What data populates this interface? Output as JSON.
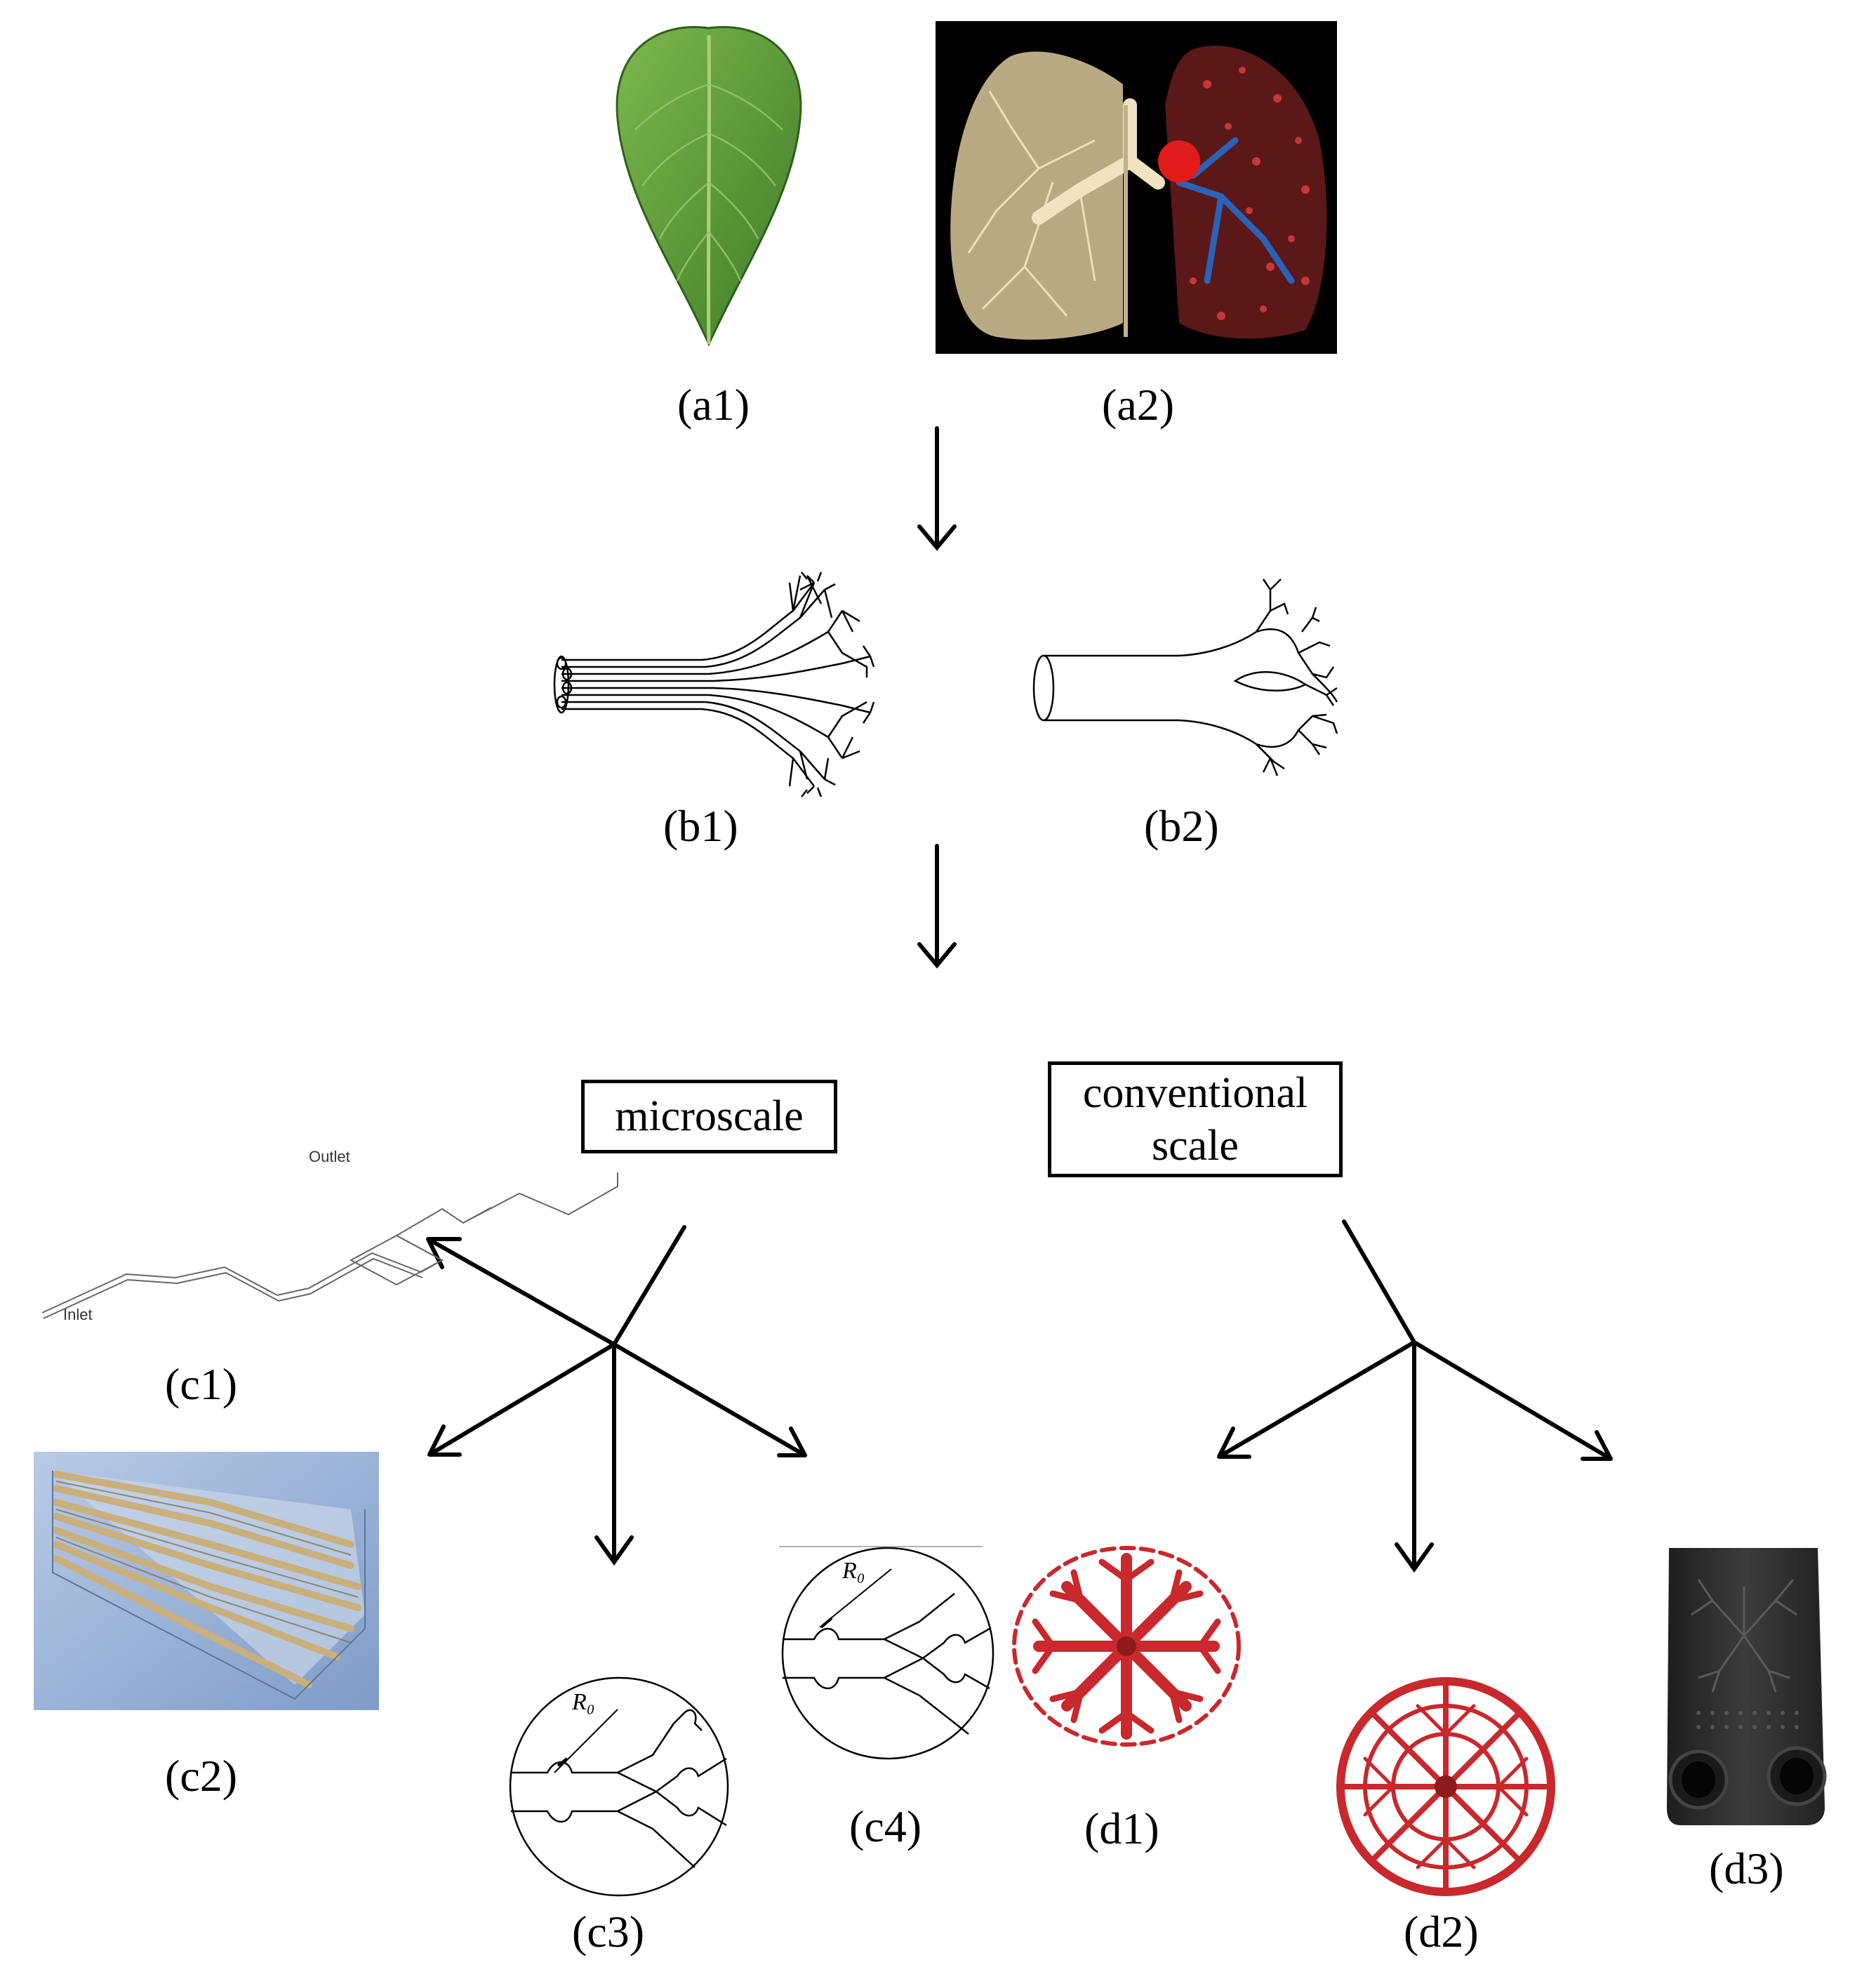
{
  "labels": {
    "a1": "(a1)",
    "a2": "(a2)",
    "b1": "(b1)",
    "b2": "(b2)",
    "c1": "(c1)",
    "c2": "(c2)",
    "c3": "(c3)",
    "c4": "(c4)",
    "d1": "(d1)",
    "d2": "(d2)",
    "d3": "(d3)"
  },
  "boxes": {
    "microscale": "microscale",
    "conventional_line1": "conventional",
    "conventional_line2": "scale"
  },
  "c1_annotations": {
    "outlet": "Outlet",
    "inlet": "Inlet"
  },
  "radius_symbol": "R₀",
  "colors": {
    "leaf": "#5e9a3a",
    "lung_bronchi": "#eadcb0",
    "lung_artery": "#cc2a2a",
    "lung_vein": "#2a62b8",
    "lung_background": "#000000",
    "fractal_red": "#c9282c",
    "c2_background": "#9cb4d8",
    "c2_channels": "#c9b07c",
    "d3_plate": "#2e2e2e"
  }
}
